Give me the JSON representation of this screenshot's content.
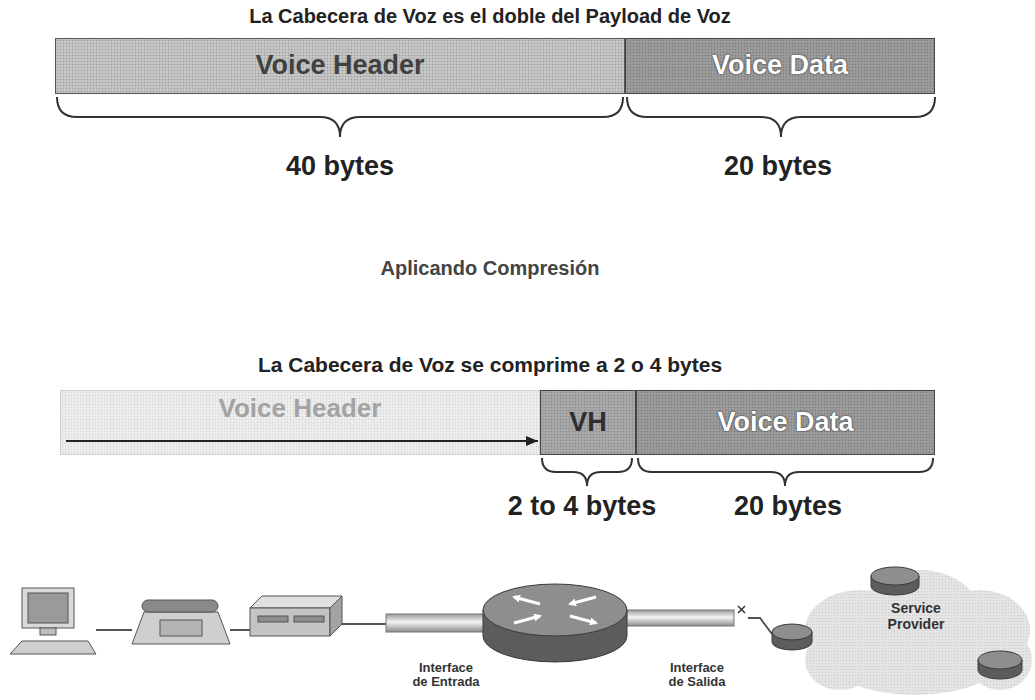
{
  "diagram": {
    "title": "La Cabecera de Voz es el doble del Payload de Voz",
    "nodes": [
      {
        "text": [
          "Voice Header"
        ]
      },
      {
        "text": [
          "Voice Data"
        ]
      },
      {
        "text": [
          "Voice Header"
        ]
      },
      {
        "text": [
          "VH"
        ]
      },
      {
        "text": [
          "Voice Data"
        ]
      },
      {
        "text": [
          "Service Provider"
        ]
      }
    ],
    "labels": [
      "40 bytes",
      "20 bytes",
      "Aplicando Compresión",
      "La Cabecera de Voz se comprime a 2 o 4 bytes",
      "2 to 4 bytes",
      "20 bytes",
      "Interface de Entrada",
      "Interface de Salida"
    ]
  }
}
